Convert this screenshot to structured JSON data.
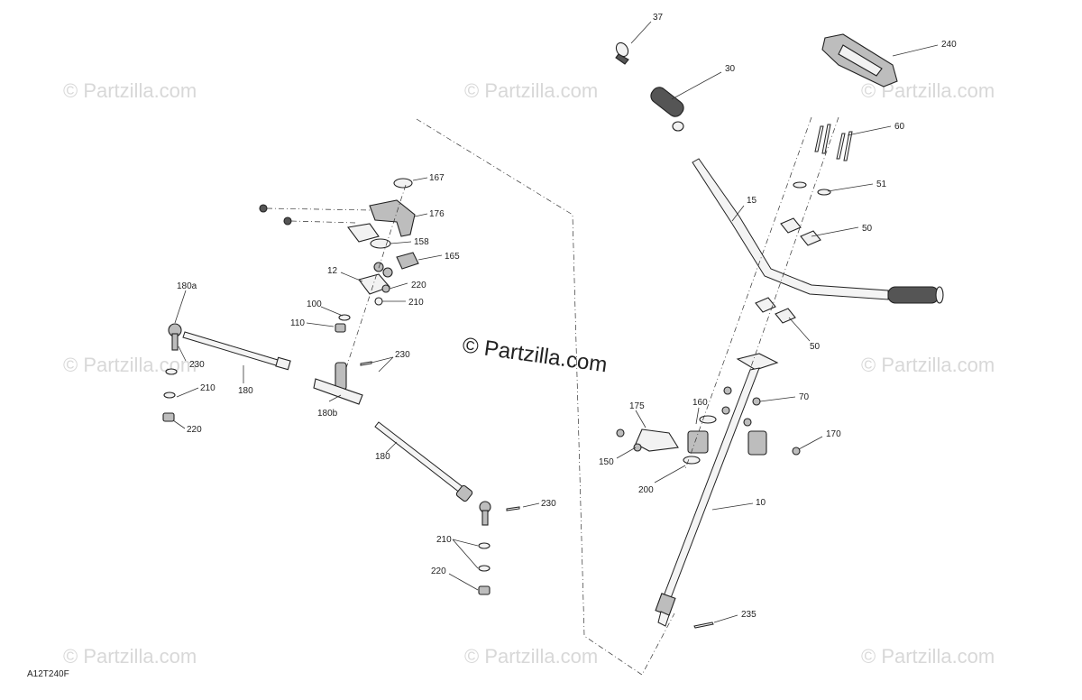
{
  "watermark": {
    "text": "© Partzilla.com"
  },
  "center_mark": {
    "text": "© Partzilla.com"
  },
  "diagram_code": "A12T240F",
  "callouts": {
    "c37": "37",
    "c30": "30",
    "c240": "240",
    "c60": "60",
    "c51": "51",
    "c15": "15",
    "c50a": "50",
    "c50b": "50",
    "c70": "70",
    "c170": "170",
    "c175": "175",
    "c160": "160",
    "c150": "150",
    "c200": "200",
    "c10": "10",
    "c235": "235",
    "c167": "167",
    "c176": "176",
    "c158": "158",
    "c165": "165",
    "c12": "12",
    "c220a": "220",
    "c210a": "210",
    "c100": "100",
    "c110": "110",
    "c230a": "230",
    "c180a": "180a",
    "c230b": "230",
    "c210b": "210",
    "c220b": "220",
    "c180": "180",
    "c180b": "180b",
    "c180c": "180",
    "c230c": "230",
    "c210c": "210",
    "c220c": "220"
  }
}
